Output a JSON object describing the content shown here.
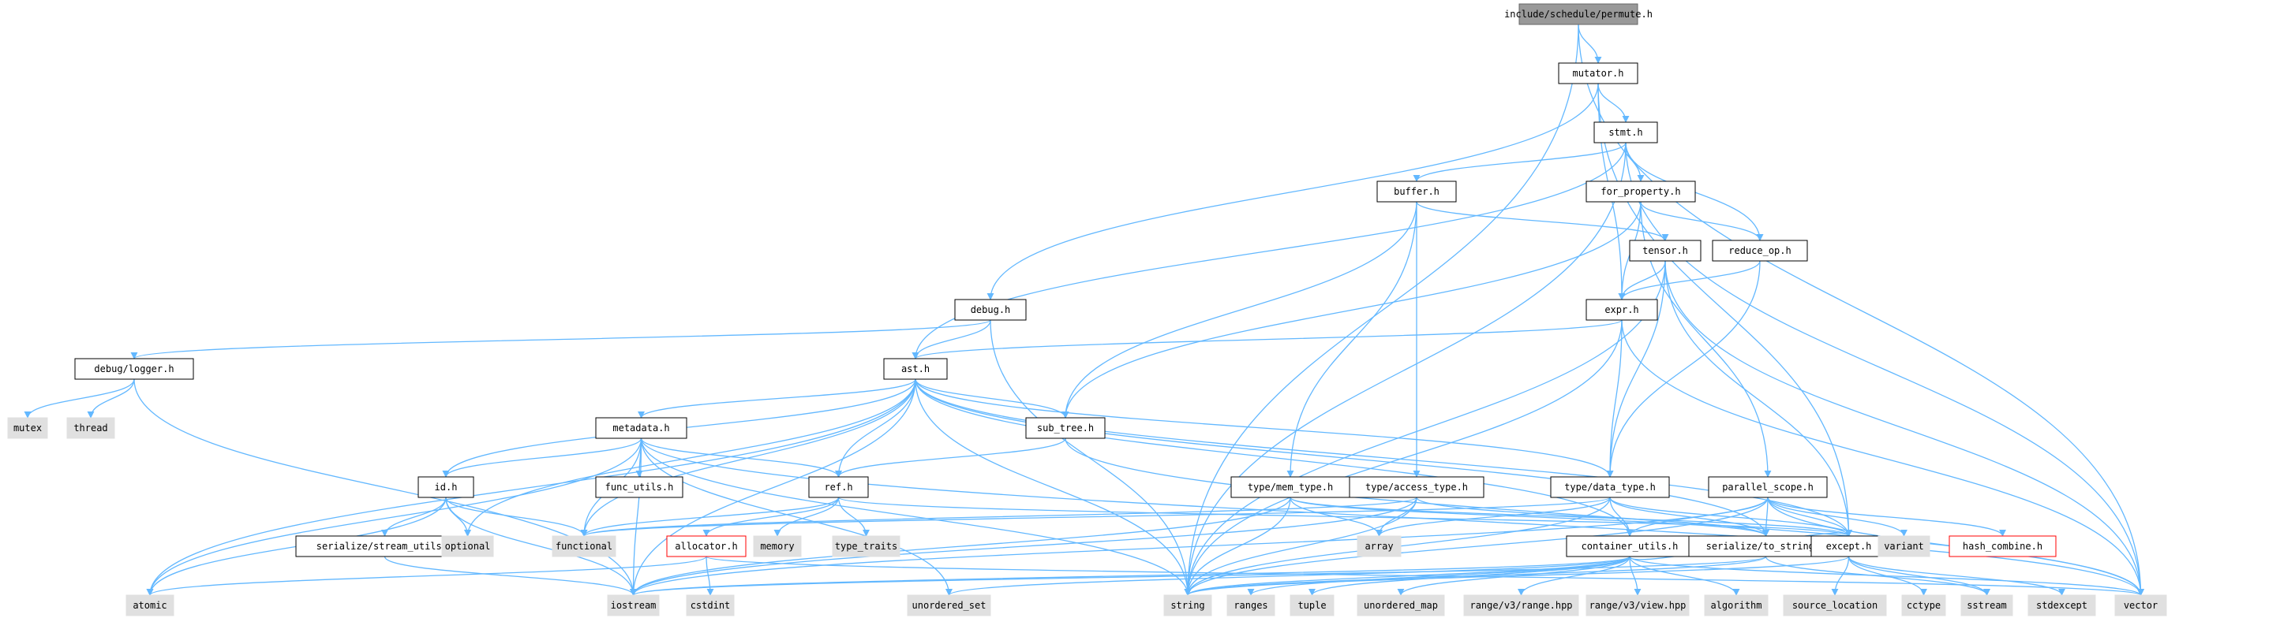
{
  "colors": {
    "edge": "#63b8ff",
    "source_fill": "#999999",
    "source_border": "#666666",
    "header_fill": "#ffffff",
    "header_border": "#000000",
    "system_fill": "#e0e0e0",
    "system_border": "#e0e0e0",
    "undocumented_border": "#ff0000",
    "label": "#000000"
  },
  "nodes": [
    {
      "id": "permute",
      "label": "include/schedule/permute.h",
      "kind": "source"
    },
    {
      "id": "mutator",
      "label": "mutator.h",
      "kind": "header"
    },
    {
      "id": "stmt",
      "label": "stmt.h",
      "kind": "header"
    },
    {
      "id": "buffer",
      "label": "buffer.h",
      "kind": "header"
    },
    {
      "id": "for_property",
      "label": "for_property.h",
      "kind": "header"
    },
    {
      "id": "tensor",
      "label": "tensor.h",
      "kind": "header"
    },
    {
      "id": "reduce_op",
      "label": "reduce_op.h",
      "kind": "header"
    },
    {
      "id": "debug",
      "label": "debug.h",
      "kind": "header"
    },
    {
      "id": "expr",
      "label": "expr.h",
      "kind": "header"
    },
    {
      "id": "debug_logger",
      "label": "debug/logger.h",
      "kind": "header"
    },
    {
      "id": "ast",
      "label": "ast.h",
      "kind": "header"
    },
    {
      "id": "metadata",
      "label": "metadata.h",
      "kind": "header"
    },
    {
      "id": "sub_tree",
      "label": "sub_tree.h",
      "kind": "header"
    },
    {
      "id": "func_utils",
      "label": "func_utils.h",
      "kind": "header"
    },
    {
      "id": "id",
      "label": "id.h",
      "kind": "header"
    },
    {
      "id": "ref",
      "label": "ref.h",
      "kind": "header"
    },
    {
      "id": "type_mem_type",
      "label": "type/mem_type.h",
      "kind": "header"
    },
    {
      "id": "type_access_type",
      "label": "type/access_type.h",
      "kind": "header"
    },
    {
      "id": "type_data_type",
      "label": "type/data_type.h",
      "kind": "header"
    },
    {
      "id": "parallel_scope",
      "label": "parallel_scope.h",
      "kind": "header"
    },
    {
      "id": "serialize_stream_utils",
      "label": "serialize/stream_utils.h",
      "kind": "header"
    },
    {
      "id": "allocator",
      "label": "allocator.h",
      "kind": "undocumented"
    },
    {
      "id": "container_utils",
      "label": "container_utils.h",
      "kind": "header"
    },
    {
      "id": "serialize_to_string",
      "label": "serialize/to_string.h",
      "kind": "header"
    },
    {
      "id": "except",
      "label": "except.h",
      "kind": "header"
    },
    {
      "id": "hash_combine",
      "label": "hash_combine.h",
      "kind": "undocumented"
    },
    {
      "id": "mutex",
      "label": "mutex",
      "kind": "system"
    },
    {
      "id": "thread",
      "label": "thread",
      "kind": "system"
    },
    {
      "id": "optional",
      "label": "optional",
      "kind": "system"
    },
    {
      "id": "functional",
      "label": "functional",
      "kind": "system"
    },
    {
      "id": "memory",
      "label": "memory",
      "kind": "system"
    },
    {
      "id": "type_traits",
      "label": "type_traits",
      "kind": "system"
    },
    {
      "id": "array",
      "label": "array",
      "kind": "system"
    },
    {
      "id": "variant",
      "label": "variant",
      "kind": "system"
    },
    {
      "id": "atomic",
      "label": "atomic",
      "kind": "system"
    },
    {
      "id": "iostream",
      "label": "iostream",
      "kind": "system"
    },
    {
      "id": "cstdint",
      "label": "cstdint",
      "kind": "system"
    },
    {
      "id": "unordered_set",
      "label": "unordered_set",
      "kind": "system"
    },
    {
      "id": "string",
      "label": "string",
      "kind": "system"
    },
    {
      "id": "ranges",
      "label": "ranges",
      "kind": "system"
    },
    {
      "id": "tuple",
      "label": "tuple",
      "kind": "system"
    },
    {
      "id": "unordered_map",
      "label": "unordered_map",
      "kind": "system"
    },
    {
      "id": "range_v3_range",
      "label": "range/v3/range.hpp",
      "kind": "system"
    },
    {
      "id": "range_v3_view",
      "label": "range/v3/view.hpp",
      "kind": "system"
    },
    {
      "id": "algorithm",
      "label": "algorithm",
      "kind": "system"
    },
    {
      "id": "source_location",
      "label": "source_location",
      "kind": "system"
    },
    {
      "id": "cctype",
      "label": "cctype",
      "kind": "system"
    },
    {
      "id": "sstream",
      "label": "sstream",
      "kind": "system"
    },
    {
      "id": "stdexcept",
      "label": "stdexcept",
      "kind": "system"
    },
    {
      "id": "vector",
      "label": "vector",
      "kind": "system"
    }
  ],
  "edges": [
    [
      "permute",
      "mutator"
    ],
    [
      "permute",
      "string"
    ],
    [
      "permute",
      "vector"
    ],
    [
      "mutator",
      "stmt"
    ],
    [
      "mutator",
      "debug"
    ],
    [
      "mutator",
      "expr"
    ],
    [
      "mutator",
      "except"
    ],
    [
      "stmt",
      "buffer"
    ],
    [
      "stmt",
      "for_property"
    ],
    [
      "stmt",
      "reduce_op"
    ],
    [
      "stmt",
      "ast"
    ],
    [
      "stmt",
      "string"
    ],
    [
      "stmt",
      "vector"
    ],
    [
      "buffer",
      "tensor"
    ],
    [
      "buffer",
      "type_access_type"
    ],
    [
      "buffer",
      "type_mem_type"
    ],
    [
      "buffer",
      "sub_tree"
    ],
    [
      "for_property",
      "parallel_scope"
    ],
    [
      "for_property",
      "reduce_op"
    ],
    [
      "for_property",
      "expr"
    ],
    [
      "for_property",
      "sub_tree"
    ],
    [
      "tensor",
      "expr"
    ],
    [
      "tensor",
      "type_data_type"
    ],
    [
      "tensor",
      "except"
    ],
    [
      "tensor",
      "vector"
    ],
    [
      "tensor",
      "string"
    ],
    [
      "reduce_op",
      "expr"
    ],
    [
      "reduce_op",
      "type_data_type"
    ],
    [
      "debug",
      "debug_logger"
    ],
    [
      "debug",
      "ast"
    ],
    [
      "debug",
      "string"
    ],
    [
      "expr",
      "ast"
    ],
    [
      "expr",
      "type_data_type"
    ],
    [
      "expr",
      "string"
    ],
    [
      "expr",
      "vector"
    ],
    [
      "debug_logger",
      "mutex"
    ],
    [
      "debug_logger",
      "thread"
    ],
    [
      "debug_logger",
      "iostream"
    ],
    [
      "ast",
      "metadata"
    ],
    [
      "ast",
      "sub_tree"
    ],
    [
      "ast",
      "id"
    ],
    [
      "ast",
      "ref"
    ],
    [
      "ast",
      "type_data_type"
    ],
    [
      "ast",
      "serialize_to_string"
    ],
    [
      "ast",
      "atomic"
    ],
    [
      "ast",
      "functional"
    ],
    [
      "ast",
      "iostream"
    ],
    [
      "ast",
      "string"
    ],
    [
      "ast",
      "optional"
    ],
    [
      "ast",
      "except"
    ],
    [
      "ast",
      "container_utils"
    ],
    [
      "metadata",
      "func_utils"
    ],
    [
      "metadata",
      "id"
    ],
    [
      "metadata",
      "ref"
    ],
    [
      "metadata",
      "functional"
    ],
    [
      "metadata",
      "iostream"
    ],
    [
      "metadata",
      "string"
    ],
    [
      "metadata",
      "vector"
    ],
    [
      "metadata",
      "unordered_set"
    ],
    [
      "metadata",
      "atomic"
    ],
    [
      "sub_tree",
      "ref"
    ],
    [
      "sub_tree",
      "vector"
    ],
    [
      "id",
      "serialize_stream_utils"
    ],
    [
      "id",
      "optional"
    ],
    [
      "id",
      "functional"
    ],
    [
      "id",
      "atomic"
    ],
    [
      "id",
      "iostream"
    ],
    [
      "ref",
      "allocator"
    ],
    [
      "ref",
      "memory"
    ],
    [
      "ref",
      "type_traits"
    ],
    [
      "ref",
      "functional"
    ],
    [
      "ref",
      "except"
    ],
    [
      "type_mem_type",
      "array"
    ],
    [
      "type_mem_type",
      "string"
    ],
    [
      "type_mem_type",
      "iostream"
    ],
    [
      "type_mem_type",
      "serialize_to_string"
    ],
    [
      "type_mem_type",
      "except"
    ],
    [
      "type_access_type",
      "array"
    ],
    [
      "type_access_type",
      "string"
    ],
    [
      "type_access_type",
      "iostream"
    ],
    [
      "type_access_type",
      "serialize_to_string"
    ],
    [
      "type_access_type",
      "functional"
    ],
    [
      "type_data_type",
      "container_utils"
    ],
    [
      "type_data_type",
      "serialize_to_string"
    ],
    [
      "type_data_type",
      "except"
    ],
    [
      "type_data_type",
      "string"
    ],
    [
      "type_data_type",
      "array"
    ],
    [
      "type_data_type",
      "functional"
    ],
    [
      "parallel_scope",
      "container_utils"
    ],
    [
      "parallel_scope",
      "serialize_to_string"
    ],
    [
      "parallel_scope",
      "except"
    ],
    [
      "parallel_scope",
      "hash_combine"
    ],
    [
      "parallel_scope",
      "variant"
    ],
    [
      "parallel_scope",
      "string"
    ],
    [
      "parallel_scope",
      "iostream"
    ],
    [
      "parallel_scope",
      "vector"
    ],
    [
      "serialize_stream_utils",
      "iostream"
    ],
    [
      "allocator",
      "atomic"
    ],
    [
      "allocator",
      "cstdint"
    ],
    [
      "allocator",
      "vector"
    ],
    [
      "container_utils",
      "unordered_set"
    ],
    [
      "container_utils",
      "string"
    ],
    [
      "container_utils",
      "ranges"
    ],
    [
      "container_utils",
      "tuple"
    ],
    [
      "container_utils",
      "unordered_map"
    ],
    [
      "container_utils",
      "range_v3_range"
    ],
    [
      "container_utils",
      "range_v3_view"
    ],
    [
      "container_utils",
      "algorithm"
    ],
    [
      "container_utils",
      "iostream"
    ],
    [
      "container_utils",
      "vector"
    ],
    [
      "container_utils",
      "except"
    ],
    [
      "serialize_to_string",
      "iostream"
    ],
    [
      "serialize_to_string",
      "sstream"
    ],
    [
      "serialize_to_string",
      "string"
    ],
    [
      "except",
      "source_location"
    ],
    [
      "except",
      "cctype"
    ],
    [
      "except",
      "sstream"
    ],
    [
      "except",
      "stdexcept"
    ],
    [
      "except",
      "string"
    ]
  ]
}
